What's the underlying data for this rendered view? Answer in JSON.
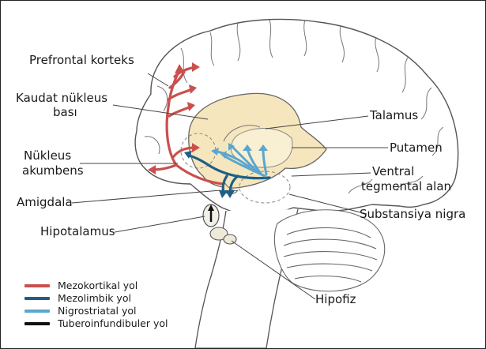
{
  "labels": {
    "prefrontal": "Prefrontal korteks",
    "caudate_line1": "Kaudat nükleus",
    "caudate_line2": "bası",
    "accumbens_line1": "Nükleus",
    "accumbens_line2": "akumbens",
    "amygdala": "Amigdala",
    "hypothalamus": "Hipotalamus",
    "thalamus": "Talamus",
    "putamen": "Putamen",
    "vta_line1": "Ventral",
    "vta_line2": "tegmental alan",
    "substantia_nigra": "Substansiya nigra",
    "pituitary": "Hipofiz"
  },
  "legend": [
    {
      "label": "Mezokortikal yol",
      "color": "#c9504d"
    },
    {
      "label": "Mezolimbik yol",
      "color": "#1f5f86"
    },
    {
      "label": "Nigrostriatal yol",
      "color": "#5aa6cf"
    },
    {
      "label": "Tuberoinfundibuler yol",
      "color": "#111111"
    }
  ],
  "colors": {
    "mesocortical": "#c9504d",
    "mesolimbic": "#1f5f86",
    "nigrostriatal": "#5aa6cf",
    "striatum_fill": "#f6e6bd",
    "outline": "#555555"
  }
}
